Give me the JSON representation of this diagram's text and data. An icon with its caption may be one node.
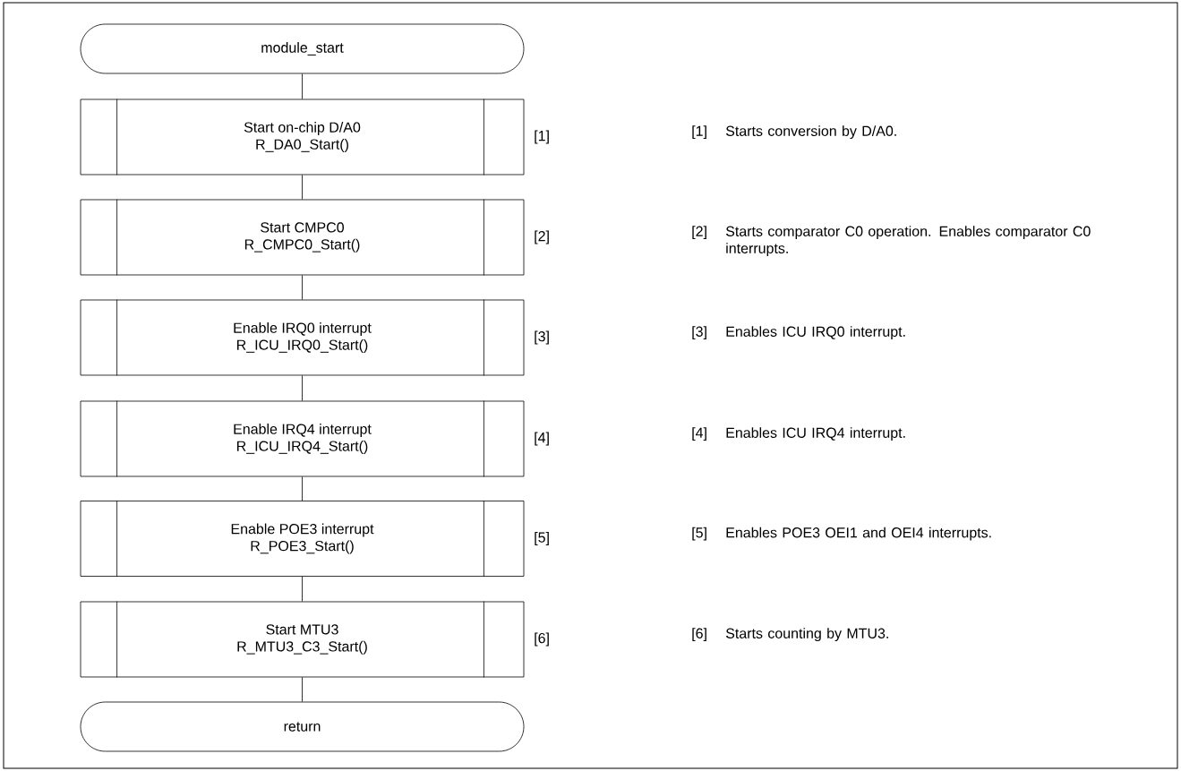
{
  "diagram": {
    "nodes": [
      {
        "text": [
          "module_start"
        ]
      },
      {
        "text": [
          "Start on-chip D/A0",
          "R_DA0_Start()"
        ],
        "beside": [
          "[1]"
        ]
      },
      {
        "text": [
          "Start CMPC0",
          "R_CMPC0_Start()"
        ],
        "beside": [
          "[2]"
        ]
      },
      {
        "text": [
          "Enable IRQ0 interrupt",
          "R_ICU_IRQ0_Start()"
        ],
        "beside": [
          "[3]"
        ]
      },
      {
        "text": [
          "Enable IRQ4 interrupt",
          "R_ICU_IRQ4_Start()"
        ],
        "beside": [
          "[4]"
        ]
      },
      {
        "text": [
          "Enable POE3 interrupt",
          "R_POE3_Start()"
        ],
        "beside": [
          "[5]"
        ]
      },
      {
        "text": [
          "Start MTU3",
          "R_MTU3_C3_Start()"
        ],
        "beside": [
          "[6]"
        ]
      },
      {
        "text": [
          "return"
        ]
      }
    ],
    "edges": [
      {
        "from": 0,
        "to": 1,
        "arrow": "none"
      },
      {
        "from": 1,
        "to": 2,
        "arrow": "none"
      },
      {
        "from": 2,
        "to": 3,
        "arrow": "none"
      },
      {
        "from": 3,
        "to": 4,
        "arrow": "none"
      },
      {
        "from": 4,
        "to": 5,
        "arrow": "none"
      },
      {
        "from": 5,
        "to": 6,
        "arrow": "none"
      },
      {
        "from": 6,
        "to": 7,
        "arrow": "none"
      }
    ],
    "labels": [
      "[1]",
      "Starts conversion by D/A0.",
      "[2]",
      "Starts comparator C0 operation. Enables comparator C0 interrupts.",
      "[3]",
      "Enables ICU IRQ0 interrupt.",
      "[4]",
      "Enables ICU IRQ4 interrupt.",
      "[5]",
      "Enables POE3 OEI1 and OEI4 interrupts.",
      "[6]",
      "Starts counting by MTU3."
    ]
  }
}
